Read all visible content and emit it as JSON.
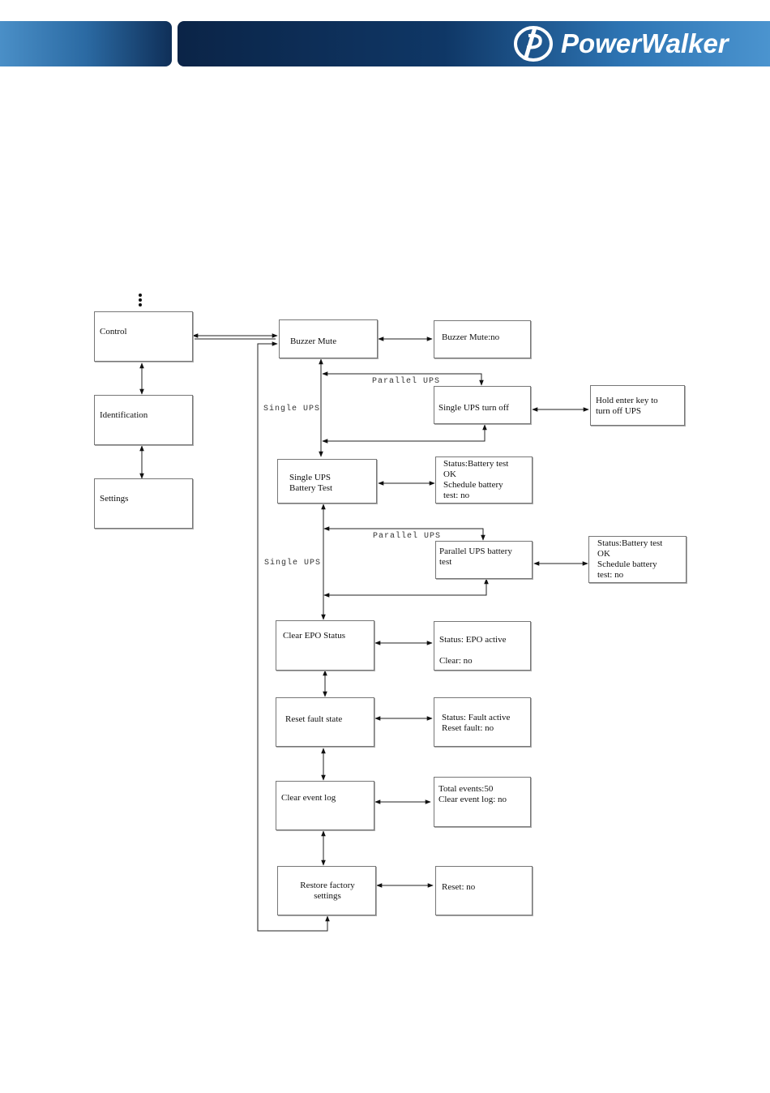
{
  "header": {
    "brand": "PowerWalker",
    "colors": {
      "dark": "#0b2447",
      "light": "#4b94cf"
    }
  },
  "diagram": {
    "left_menu": {
      "control": "Control",
      "identification": "Identification",
      "settings": "Settings"
    },
    "path_labels": {
      "parallel_ups_1": "Parallel UPS",
      "single_ups_1": "Single UPS",
      "parallel_ups_2": "Parallel UPS",
      "single_ups_2": "Single UPS"
    },
    "control_items": {
      "buzzer_mute": "Buzzer  Mute",
      "buzzer_mute_value": "Buzzer  Mute:no",
      "single_ups_turn_off": "Single UPS turn off",
      "hold_enter": "Hold enter key to\nturn off UPS",
      "single_ups_battery_test": "Single UPS\nBattery Test",
      "battery_test_status_1": "Status:Battery test\nOK\nSchedule battery\ntest: no",
      "parallel_ups_battery_test": "Parallel UPS battery\ntest",
      "battery_test_status_2": "Status:Battery test\nOK\nSchedule battery\ntest: no",
      "clear_epo_status": "Clear EPO Status",
      "epo_status": "Status: EPO active\n\nClear: no",
      "reset_fault_state": "Reset fault state",
      "fault_status": "Status: Fault active\nReset fault: no",
      "clear_event_log": "Clear event log",
      "event_log_status": "Total events:50\nClear event log: no",
      "restore_factory_settings": "Restore factory\nsettings",
      "reset_value": "Reset: no"
    }
  }
}
